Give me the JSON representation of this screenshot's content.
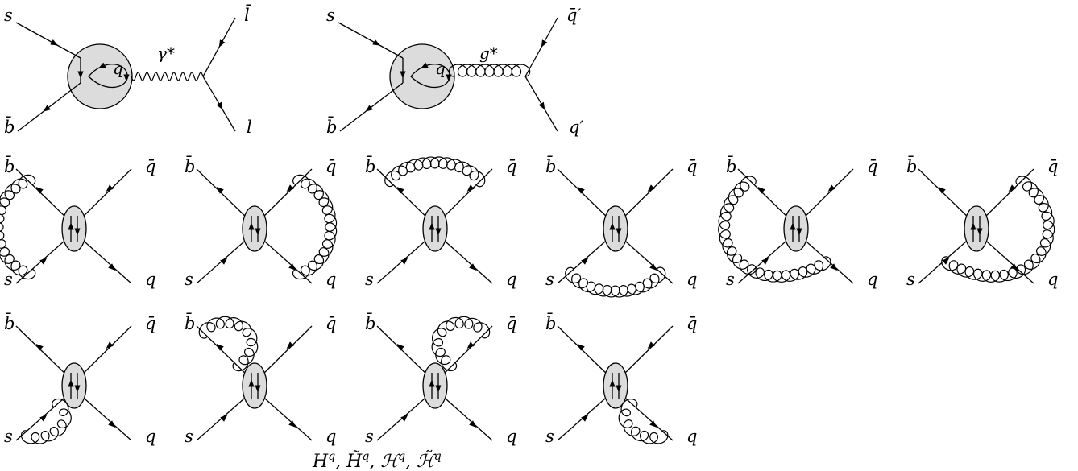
{
  "colors": {
    "line": "#000000",
    "blob_fill": "#dcdcdc",
    "background": "#ffffff"
  },
  "top_row": [
    {
      "name": "penguin-photon",
      "labels": {
        "s": "s",
        "b": "b̄",
        "loop_quark": "q",
        "boson": "γ*",
        "out_top": "l̄",
        "out_bottom": "l"
      },
      "propagator": "photon"
    },
    {
      "name": "penguin-gluon",
      "labels": {
        "s": "s",
        "b": "b̄",
        "loop_quark": "q",
        "boson": "g*",
        "out_top": "q̄′",
        "out_bottom": "q′"
      },
      "propagator": "gluon"
    }
  ],
  "four_quark_labels": {
    "b": "b̄",
    "qbar": "q̄",
    "s": "s",
    "q": "q"
  },
  "middle_row": [
    {
      "gluon": "left-arc"
    },
    {
      "gluon": "right-arc"
    },
    {
      "gluon": "top-arc"
    },
    {
      "gluon": "bottom-arc"
    },
    {
      "gluon": "left-wrap-bottom"
    },
    {
      "gluon": "right-wrap-bottom"
    }
  ],
  "bottom_row": [
    {
      "gluon": "self-lower-left"
    },
    {
      "gluon": "self-upper-left"
    },
    {
      "gluon": "self-upper-right"
    },
    {
      "gluon": "self-lower-right"
    }
  ],
  "operators_label": "Hq, H̃q, ℋq, ℋ̃q",
  "operators": [
    {
      "base": "H",
      "tilde": false,
      "cal": false,
      "sup": "q"
    },
    {
      "base": "H",
      "tilde": true,
      "cal": false,
      "sup": "q"
    },
    {
      "base": "ℋ",
      "tilde": false,
      "cal": true,
      "sup": "q"
    },
    {
      "base": "ℋ",
      "tilde": true,
      "cal": true,
      "sup": "q"
    }
  ]
}
